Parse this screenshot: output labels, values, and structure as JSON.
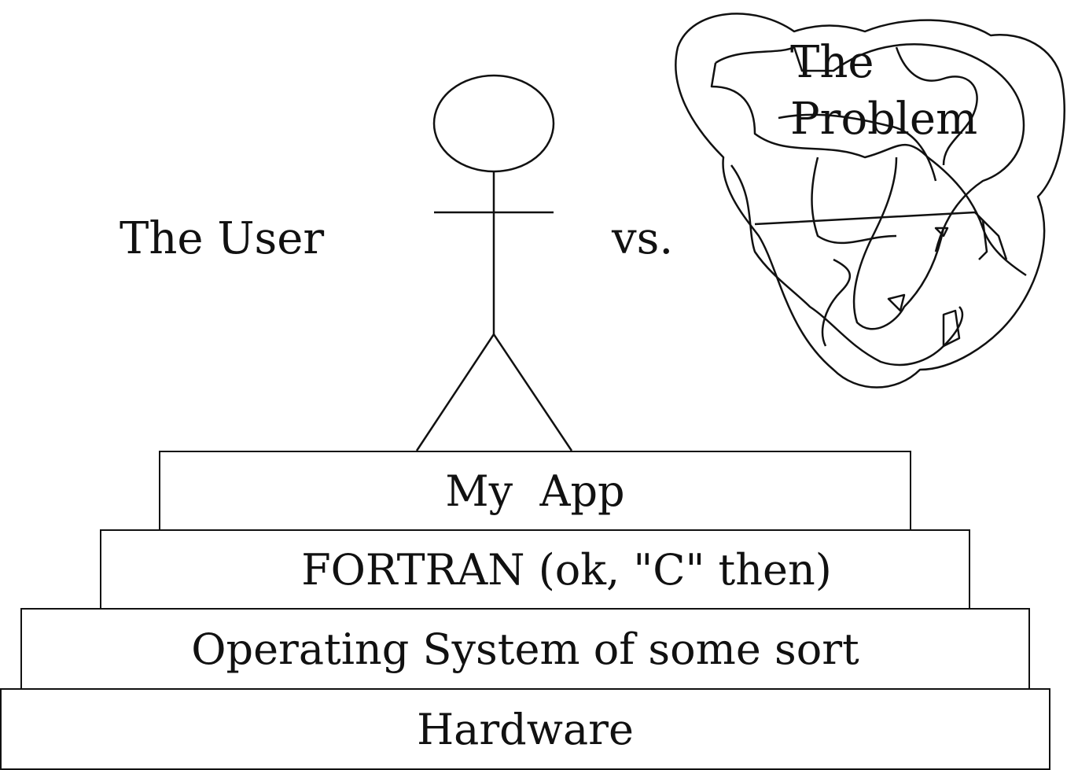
{
  "user_label": "The User",
  "versus_label": "vs.",
  "problem_label": {
    "line1": "The",
    "line2": "Problem"
  },
  "stack_layers": [
    {
      "label": "My  App"
    },
    {
      "label": "FORTRAN (ok, \"C\" then)"
    },
    {
      "label": "Operating System of some sort"
    },
    {
      "label": "Hardware"
    }
  ]
}
